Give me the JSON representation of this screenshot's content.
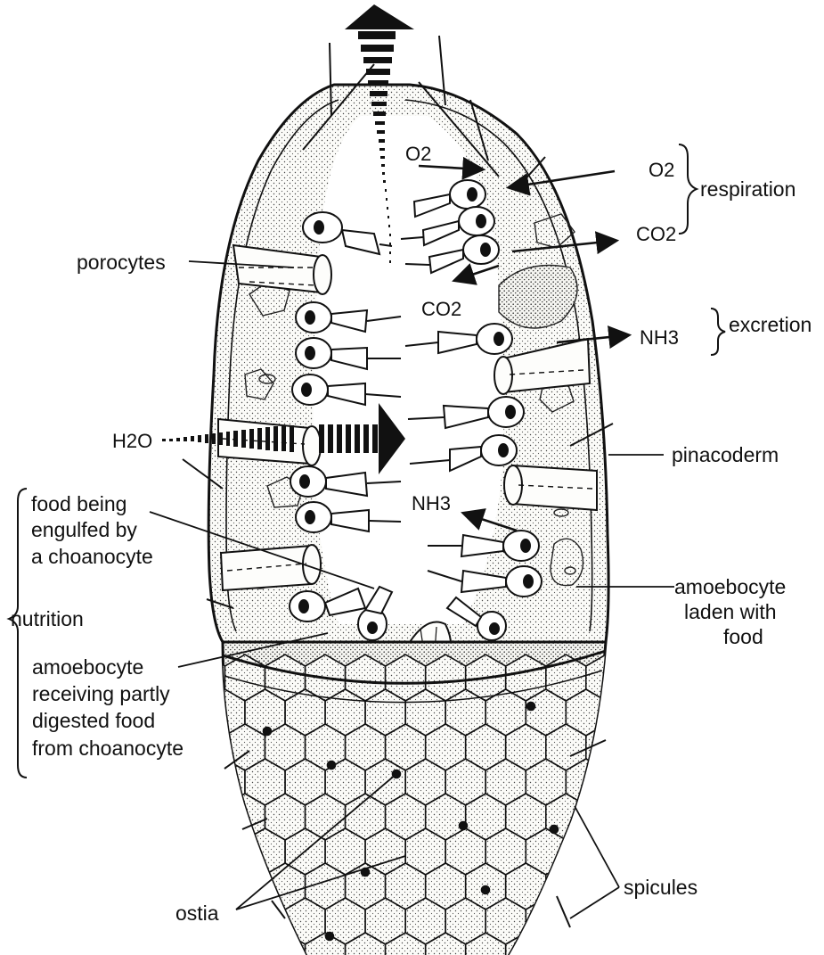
{
  "diagram": {
    "labels": {
      "porocytes": "porocytes",
      "pinacoderm": "pinacoderm",
      "ostia": "ostia",
      "spicules": "spicules",
      "respiration": "respiration",
      "excretion": "excretion",
      "nutrition": "nutrition",
      "food_engulfed": [
        "food being",
        "engulfed by",
        "a choanocyte"
      ],
      "amoebocyte_laden": [
        "amoebocyte",
        "laden with",
        "food"
      ],
      "amoebocyte_receiving": [
        "amoebocyte",
        "receiving partly",
        "digested food",
        "from choanocyte"
      ]
    },
    "chemicals": {
      "o2_outer": "O2",
      "co2_outer": "CO2",
      "nh3_outer": "NH3",
      "o2_inner": "O2",
      "co2_inner": "CO2",
      "nh3_inner": "NH3",
      "h2o": "H2O"
    }
  }
}
